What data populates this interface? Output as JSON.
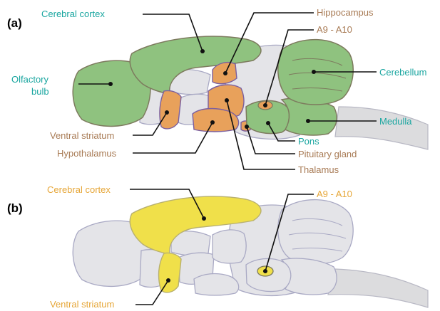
{
  "colors": {
    "green_fill": "#8fc27f",
    "green_edge": "#7d7a5e",
    "orange_fill": "#e8a15b",
    "orange_edge": "#7a5fa0",
    "gray_fill": "#e4e4e8",
    "gray_edge": "#a9a9c4",
    "yellow_fill": "#f0e04a",
    "teal_text": "#1aa6a0",
    "brown_text": "#a87b55",
    "orange_text": "#e6a637"
  },
  "panel_a": {
    "tag": "(a)",
    "labels": {
      "cerebral_cortex": "Cerebral cortex",
      "olfactory_bulb_line1": "Olfactory",
      "olfactory_bulb_line2": "bulb",
      "hippocampus": "Hippocampus",
      "a9_a10": "A9 - A10",
      "cerebellum": "Cerebellum",
      "medulla": "Medulla",
      "pons": "Pons",
      "ventral_striatum": "Ventral striatum",
      "hypothalamus": "Hypothalamus",
      "pituitary_gland": "Pituitary gland",
      "thalamus": "Thalamus"
    }
  },
  "panel_b": {
    "tag": "(b)",
    "labels": {
      "cerebral_cortex": "Cerebral cortex",
      "a9_a10": "A9 - A10",
      "ventral_striatum": "Ventral striatum"
    }
  }
}
